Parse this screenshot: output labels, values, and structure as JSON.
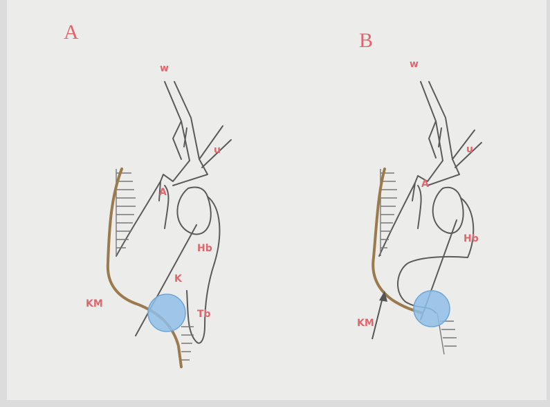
{
  "panels": [
    {
      "id": "A",
      "letter": "A",
      "labels": {
        "w": "w",
        "u": "u",
        "a": "A",
        "hb": "Hb",
        "k": "K",
        "km": "KM",
        "tb": "Tb"
      }
    },
    {
      "id": "B",
      "letter": "B",
      "labels": {
        "w": "w",
        "u": "u",
        "a": "A",
        "hb": "Hb",
        "km": "KM"
      }
    }
  ],
  "colors": {
    "paper": "#ececea",
    "pencil": "#5a5a5a",
    "label_red": "#e0666c",
    "brown": "#9b7a4e",
    "stone_blue": "#8fc0e8"
  }
}
